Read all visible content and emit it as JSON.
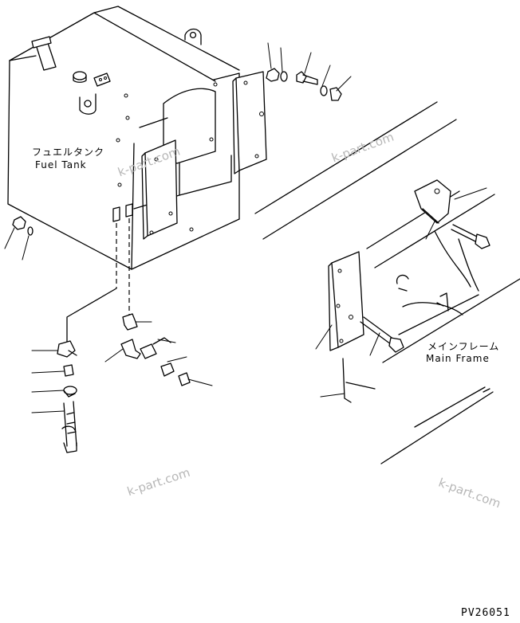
{
  "labels": {
    "fuel_tank_jp": "フュエルタンク",
    "fuel_tank_en": "Fuel Tank",
    "main_frame_jp": "メインフレーム",
    "main_frame_en": "Main Frame",
    "drawing_code": "PV26051"
  },
  "watermarks": [
    "k-part.com",
    "k-part.com",
    "k-part.com",
    "k-part.com"
  ],
  "colors": {
    "ink": "#000000",
    "watermark": "#b7b7b7",
    "background": "#ffffff"
  }
}
